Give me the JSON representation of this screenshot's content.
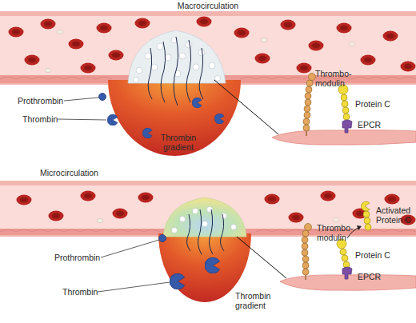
{
  "diagram": {
    "labels": [
      "Macrocirculation",
      "Prothrombin",
      "Thrombin",
      "Thrombin gradient",
      "Thrombo- modulin",
      "Protein C",
      "EPCR",
      "Microcirculation",
      "Prothrombin",
      "Thrombin",
      "Thrombin gradient",
      "Thrombo- modulin",
      "Activated Protein C",
      "Protein C",
      "EPCR"
    ]
  }
}
